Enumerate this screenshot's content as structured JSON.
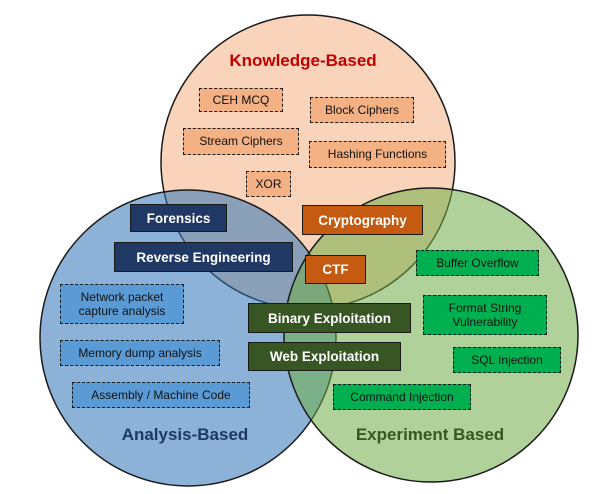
{
  "sets": {
    "knowledge": {
      "title": "Knowledge-Based",
      "title_color": "#c00000",
      "fill": "#f4b183"
    },
    "analysis": {
      "title": "Analysis-Based",
      "title_color": "#1f3864",
      "fill": "#2e75b6"
    },
    "experiment": {
      "title": "Experiment Based",
      "title_color": "#375623",
      "fill": "#70ad47"
    }
  },
  "knowledge_items": {
    "ceh_mcq": "CEH MCQ",
    "block_ciphers": "Block Ciphers",
    "stream_ciphers": "Stream Ciphers",
    "hashing_functions": "Hashing Functions",
    "xor": "XOR"
  },
  "analysis_items": {
    "network_packet": "Network packet capture analysis",
    "memory_dump": "Memory dump analysis",
    "assembly": "Assembly / Machine Code"
  },
  "experiment_items": {
    "buffer_overflow": "Buffer Overflow",
    "format_string": "Format String Vulnerability",
    "sql_injection": "SQL Injection",
    "command_injection": "Command Injection"
  },
  "overlap_items": {
    "forensics": "Forensics",
    "reverse_engineering": "Reverse Engineering",
    "cryptography": "Cryptography",
    "ctf": "CTF",
    "binary_exploitation": "Binary Exploitation",
    "web_exploitation": "Web Exploitation"
  }
}
